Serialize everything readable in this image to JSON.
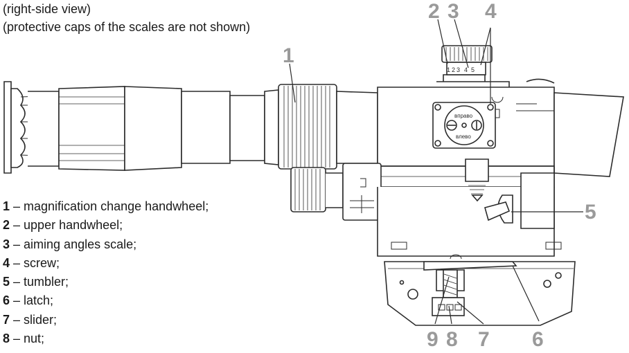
{
  "captions": [
    "(right-side view)",
    "(protective caps of the scales are not shown)"
  ],
  "legend": [
    {
      "num": "1",
      "sep": " – ",
      "text": "magnification change handwheel;"
    },
    {
      "num": "2",
      "sep": " – ",
      "text": "upper handwheel;"
    },
    {
      "num": "3",
      "sep": " – ",
      "text": "aiming angles scale;"
    },
    {
      "num": "4",
      "sep": " – ",
      "text": "screw;"
    },
    {
      "num": "5",
      "sep": " – ",
      "text": "tumbler;"
    },
    {
      "num": "6",
      "sep": " – ",
      "text": "latch;"
    },
    {
      "num": "7",
      "sep": " – ",
      "text": "slider;"
    },
    {
      "num": "8",
      "sep": " – ",
      "text": "nut;"
    }
  ],
  "callouts": [
    "1",
    "2",
    "3",
    "4",
    "5",
    "6",
    "7",
    "8",
    "9"
  ],
  "scale_marks": [
    "1",
    "2",
    "3",
    "4",
    "5"
  ],
  "knob_text": [
    "вправо",
    "влево"
  ],
  "colors": {
    "line": "#2b2b2b",
    "callout": "#9a9a9a",
    "text": "#1a1a1a"
  }
}
